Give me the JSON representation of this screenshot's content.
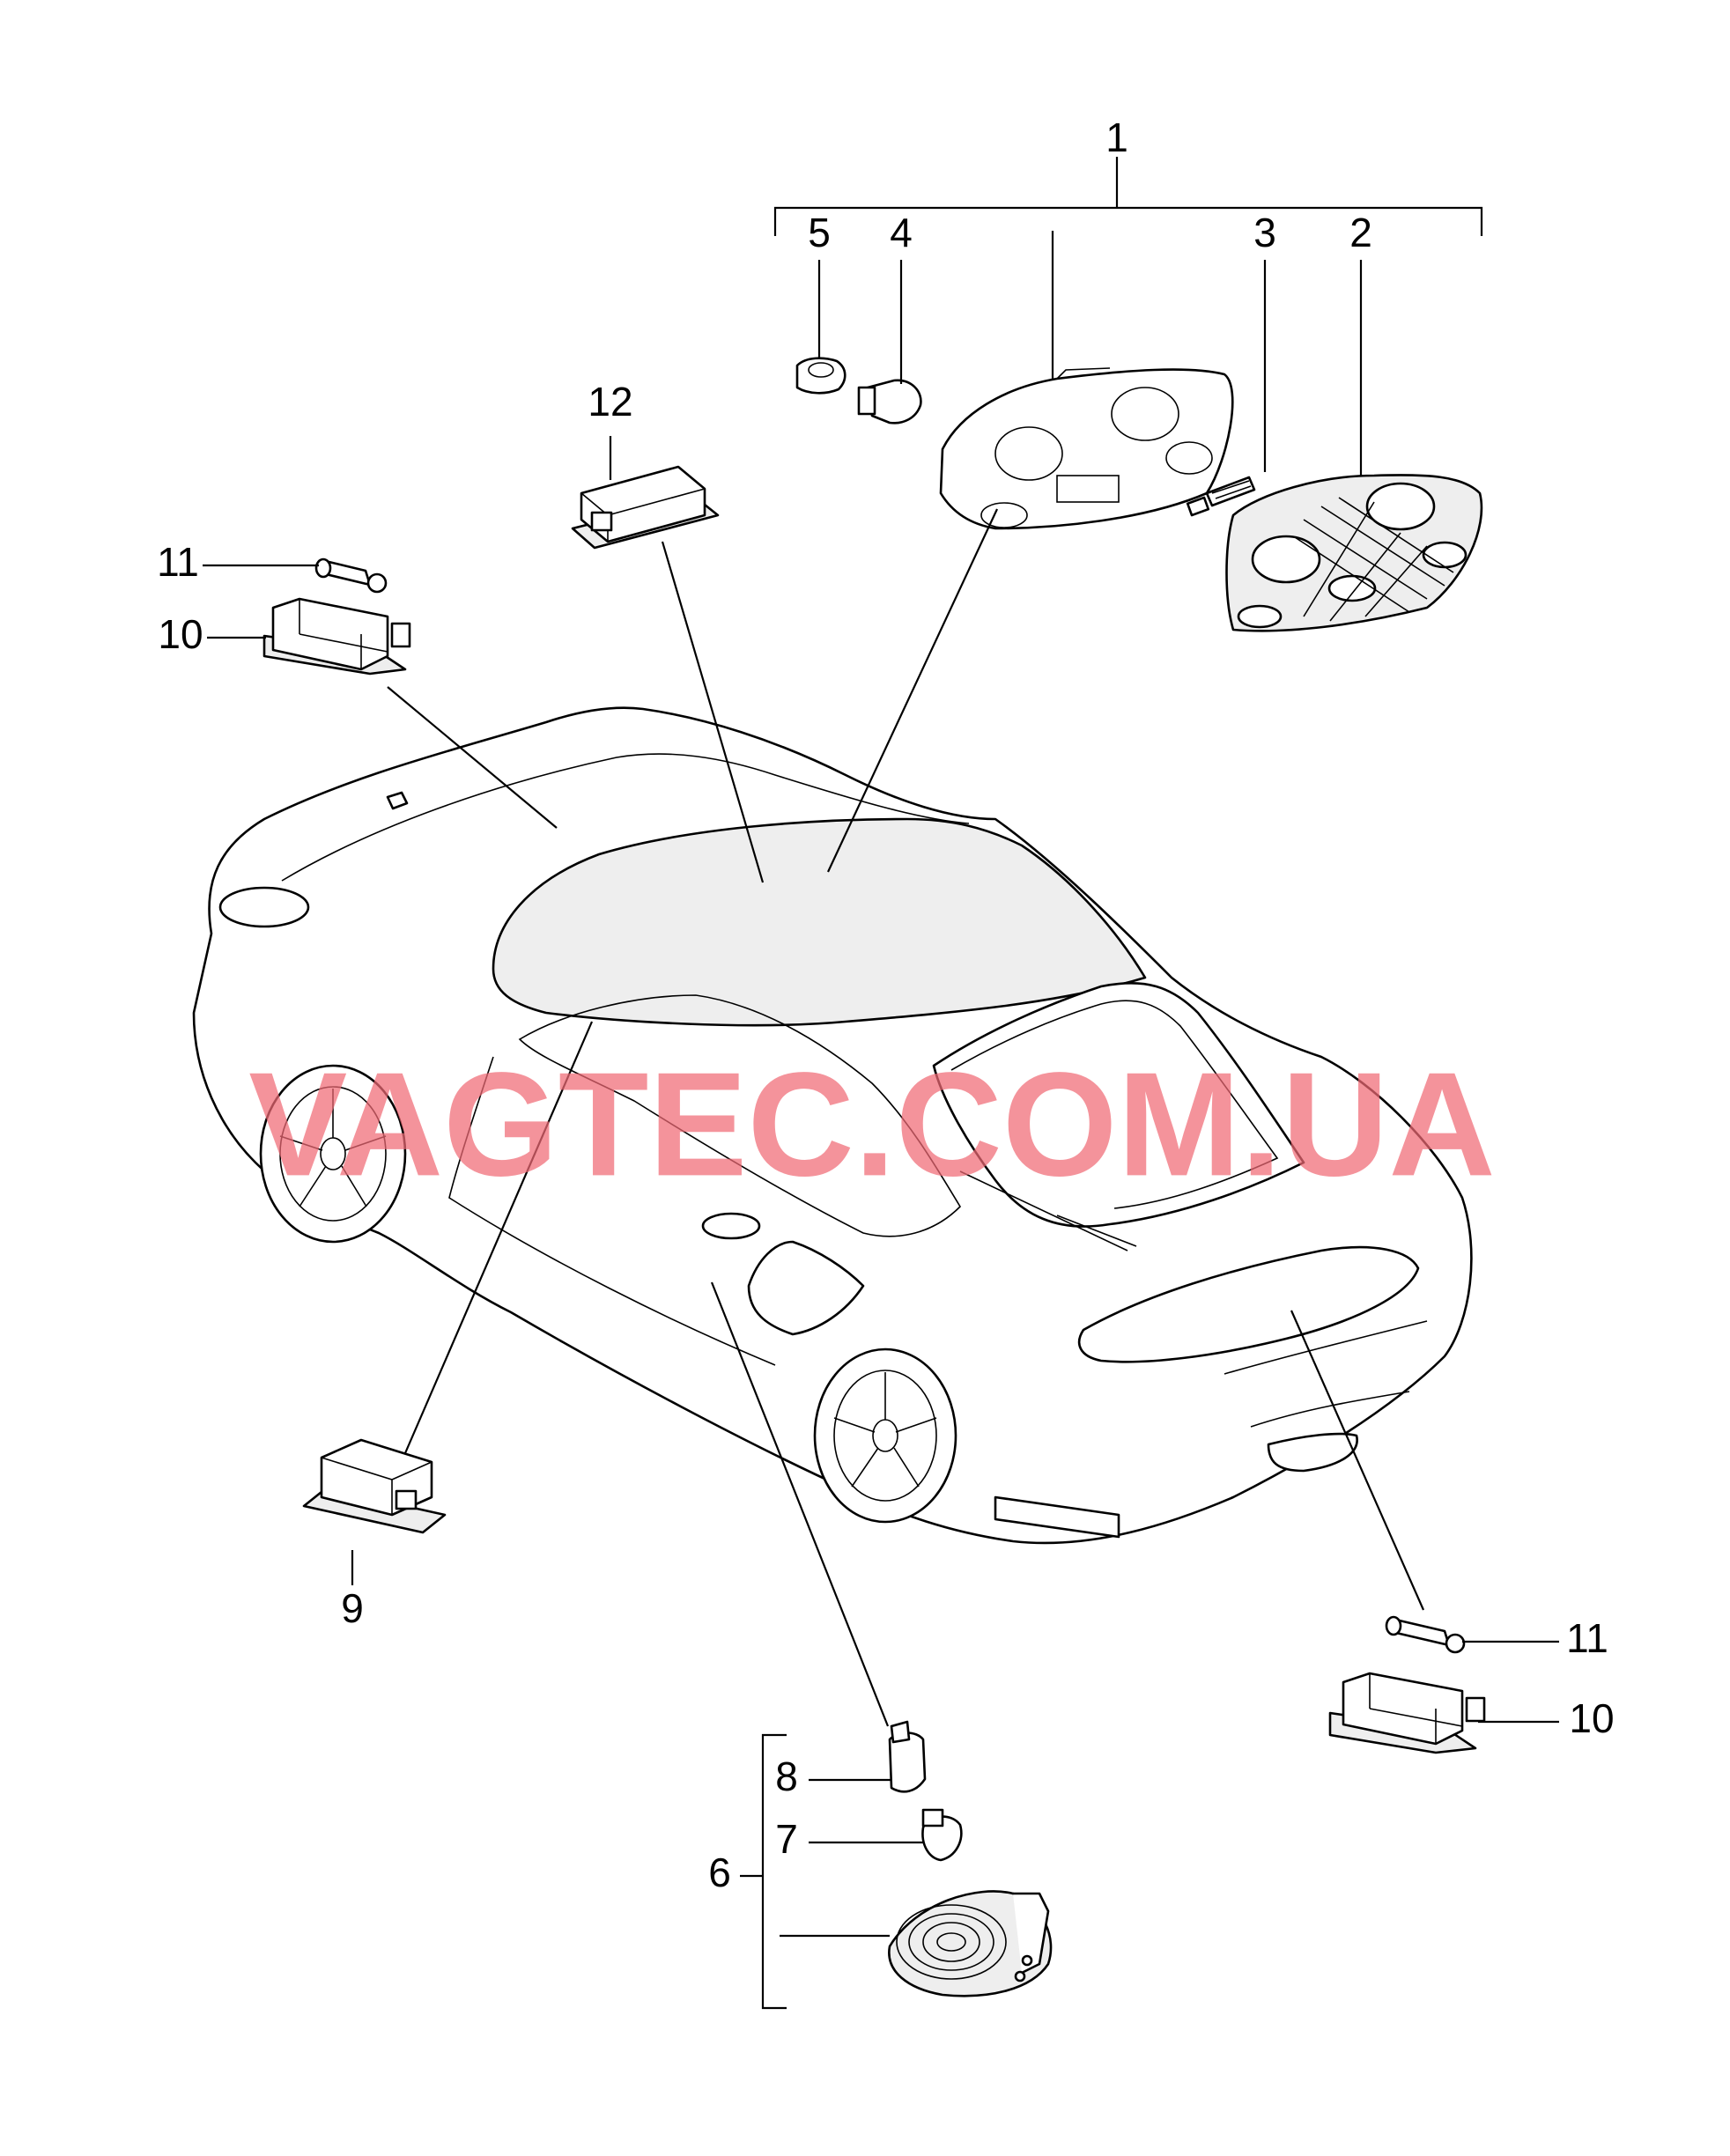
{
  "diagram": {
    "callouts": [
      {
        "id": "c1",
        "text": "1"
      },
      {
        "id": "c2",
        "text": "2"
      },
      {
        "id": "c3",
        "text": "3"
      },
      {
        "id": "c4",
        "text": "4"
      },
      {
        "id": "c5",
        "text": "5"
      },
      {
        "id": "c6",
        "text": "6"
      },
      {
        "id": "c7",
        "text": "7"
      },
      {
        "id": "c8",
        "text": "8"
      },
      {
        "id": "c9",
        "text": "9"
      },
      {
        "id": "c10a",
        "text": "10"
      },
      {
        "id": "c10b",
        "text": "10"
      },
      {
        "id": "c11a",
        "text": "11"
      },
      {
        "id": "c11b",
        "text": "11"
      },
      {
        "id": "c12",
        "text": "12"
      }
    ],
    "watermark": "VAGTEC.COM.UA",
    "colors": {
      "line": "#000000",
      "watermark": "#f06a75",
      "background": "#ffffff"
    }
  }
}
